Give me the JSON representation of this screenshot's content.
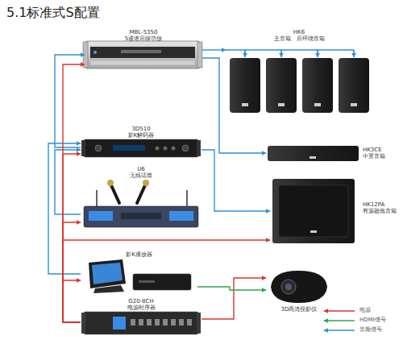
{
  "diagram": {
    "title": "5.1标准式S配置",
    "nodes": [
      {
        "text": [
          "MBL-5350",
          "5通道后级功放"
        ]
      },
      {
        "text": [
          "HK6",
          "主音箱、后环绕音箱"
        ]
      },
      {
        "text": [
          "3D510",
          "影K解码器"
        ]
      },
      {
        "text": [
          "HK3CE",
          "中置音箱"
        ]
      },
      {
        "text": [
          "U6",
          "无线话筒"
        ]
      },
      {
        "text": [
          "HK12PA",
          "有源超低音箱"
        ]
      },
      {
        "text": [
          "影K播放器"
        ]
      },
      {
        "text": [
          "3D高清投影仪"
        ]
      },
      {
        "text": [
          "G20-8CH",
          "电源时序器"
        ]
      }
    ],
    "edges": [
      {
        "from": 0,
        "to": 1,
        "arrow": "to"
      },
      {
        "from": 0,
        "to": 3,
        "arrow": "to"
      },
      {
        "from": 2,
        "to": 0,
        "arrow": "to"
      },
      {
        "from": 2,
        "to": 5,
        "arrow": "to"
      },
      {
        "from": 4,
        "to": 2,
        "arrow": "to"
      },
      {
        "from": 6,
        "to": 2,
        "arrow": "to"
      },
      {
        "from": 8,
        "to": 0,
        "arrow": "to"
      },
      {
        "from": 8,
        "to": 2,
        "arrow": "to"
      },
      {
        "from": 8,
        "to": 4,
        "arrow": "to"
      },
      {
        "from": 8,
        "to": 6,
        "arrow": "to"
      },
      {
        "from": 8,
        "to": 5,
        "arrow": "to"
      },
      {
        "from": 8,
        "to": 7,
        "arrow": "to"
      },
      {
        "from": 6,
        "to": 7,
        "arrow": "to"
      }
    ],
    "legend": [
      {
        "text": "电源"
      },
      {
        "text": "HDMI信号"
      },
      {
        "text": "音频信号"
      }
    ]
  }
}
